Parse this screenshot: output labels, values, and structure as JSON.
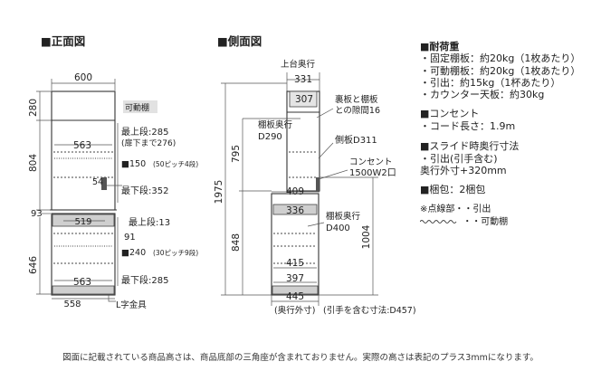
{
  "front": {
    "title": "■正面図",
    "width_top": "600",
    "h_top": "280",
    "label_movable": "可動棚",
    "h_upper": "804",
    "w_inner_upper": "563",
    "upper_top_shelf": "最上段:285",
    "upper_top_note": "(扉下まで276)",
    "pitch_upper": "■150",
    "pitch_upper_note": "(50ピッチ4段)",
    "handle": "54",
    "upper_bottom_shelf": "最下段:352",
    "counter_gap": "93",
    "w_inner_drawer": "519",
    "lower_top_shelf": "最上段:13",
    "lower_91": "91",
    "pitch_lower": "■240",
    "pitch_lower_note": "(30ピッチ9段)",
    "h_lower": "646",
    "w_inner_lower": "563",
    "lower_bottom_shelf": "最下段:285",
    "w_base": "558",
    "bracket": "L字金具"
  },
  "side": {
    "title": "■側面図",
    "top_depth_label": "上台奥行",
    "top_depth": "331",
    "d307": "307",
    "gap_label_1": "裏板と棚板",
    "gap_label_2": "との隙間16",
    "shelf_depth_label": "棚板奥行",
    "shelf_depth": "D290",
    "side_panel": "側板D311",
    "outlet_label": "コンセント",
    "outlet_spec": "1500W2口",
    "h_795": "795",
    "h_total": "1975",
    "d409": "409",
    "d336": "336",
    "lower_shelf_label": "棚板奥行",
    "lower_shelf_depth": "D400",
    "h_848": "848",
    "h_1004": "1004",
    "d415": "415",
    "d397": "397",
    "d445": "445",
    "depth_note": "(奥行外寸)",
    "pull_note": "(引手を含む寸法:D457)"
  },
  "specs": {
    "load_title": "■耐荷重",
    "load_items": [
      "・固定棚板：約20kg（1枚あたり）",
      "・可動棚板：約20kg（1枚あたり）",
      "・引出：約15kg（1杯あたり）",
      "・カウンター天板：約30kg"
    ],
    "outlet_title": "■コンセント",
    "outlet_items": [
      "・コード長さ：1.9m"
    ],
    "slide_title": "■スライド時奥行寸法",
    "slide_items": [
      "・引出(引手含む)",
      "奥行外寸+320mm"
    ],
    "pack": "■梱包：2梱包",
    "legend_1": "※点線部・・引出",
    "legend_2": "・・可動棚"
  },
  "footnote": "図面に記載されている商品高さは、商品底部の三角座が含まれておりません。実際の高さは表記のプラス3mmになります。"
}
